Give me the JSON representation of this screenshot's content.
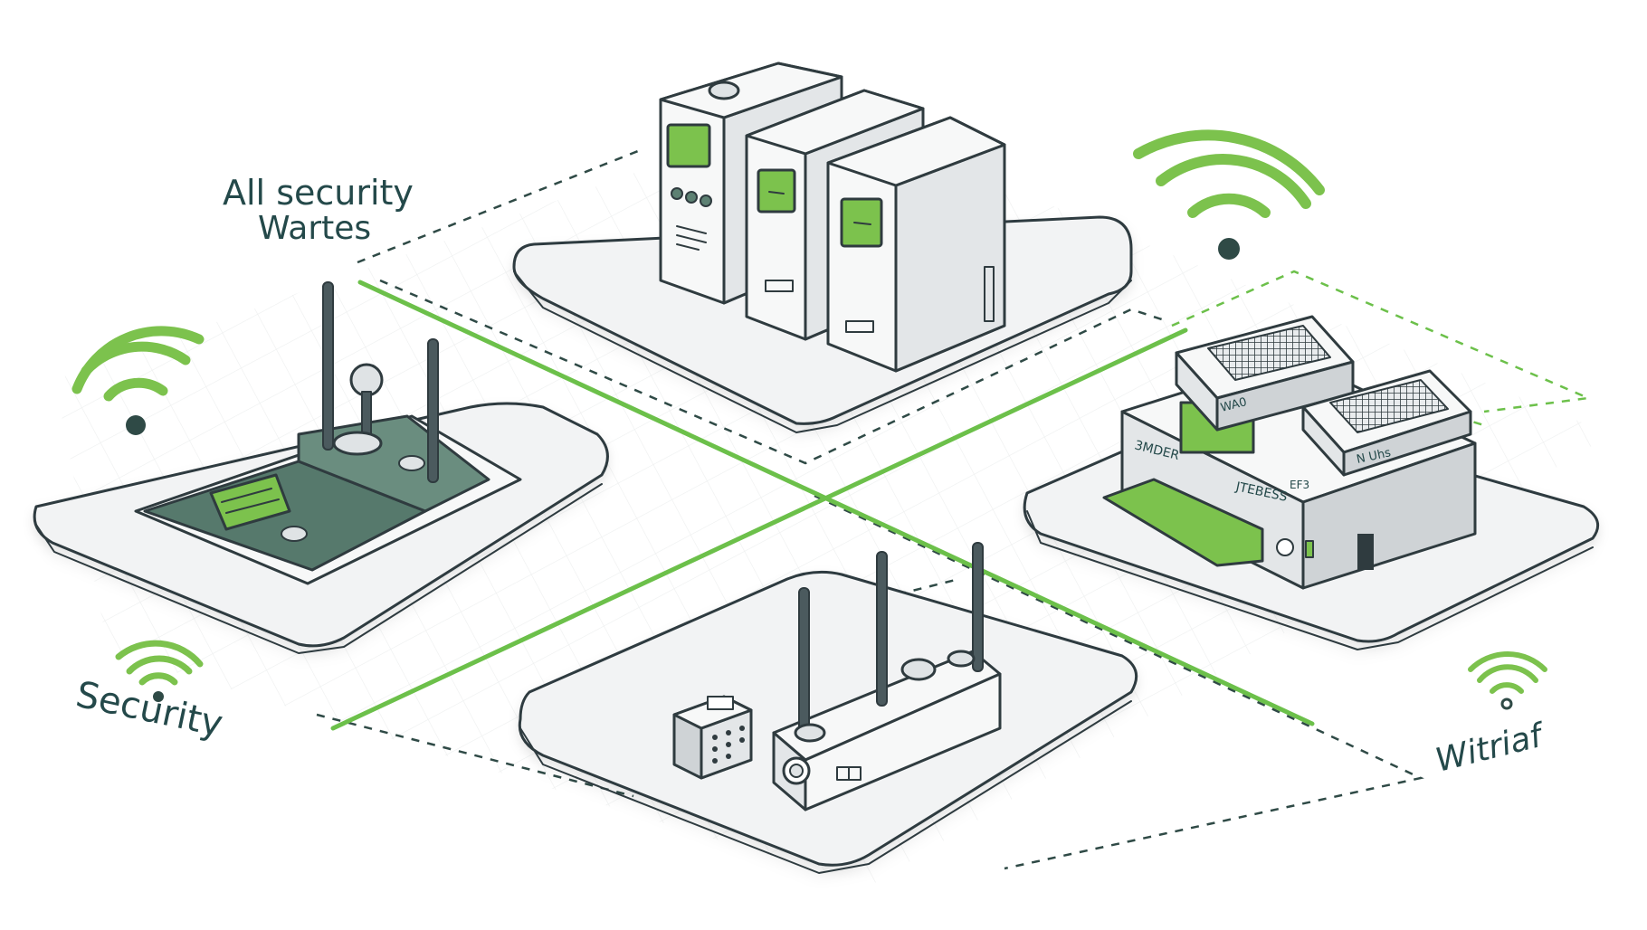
{
  "labels": {
    "top_left_line1": "All security",
    "top_left_line2": "Wartes",
    "left_bottom": "Security",
    "right_bottom": "Witriaf"
  },
  "device_text": {
    "firewall_panel_1": "3MDER",
    "firewall_panel_2": "JTEBESS",
    "firewall_panel_3": "EF3",
    "switch_box_1": "WA0",
    "switch_box_2": "N Uhs"
  },
  "icons": {
    "wifi_top_right": "wifi-icon",
    "wifi_left": "wifi-icon",
    "wifi_bottom_left": "wifi-icon",
    "wifi_bottom_right": "wifi-icon"
  },
  "colors": {
    "accent_green": "#7cc24d",
    "dark_green": "#5d8173",
    "outline": "#2f3b3f",
    "label_text": "#24494a",
    "platform_fill": "#f2f3f4"
  }
}
